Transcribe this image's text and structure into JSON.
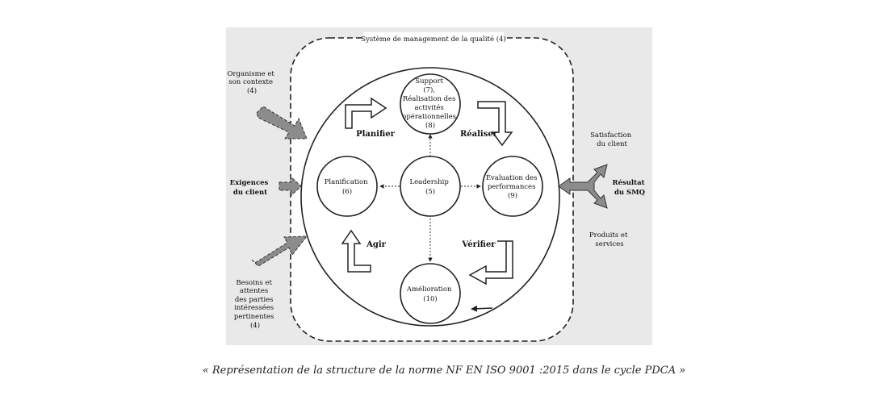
{
  "diagram": {
    "system_label": "Système de management de la qualité (4)",
    "nodes": {
      "support": [
        "Support",
        "(7),",
        "Réalisation des",
        "activités",
        "opérationnelles",
        "(8)"
      ],
      "planification": [
        "Planification",
        "(6)"
      ],
      "leadership": [
        "Leadership",
        "(5)"
      ],
      "evaluation": [
        "Évaluation des",
        "performances",
        "(9)"
      ],
      "amelioration": [
        "Amélioration",
        "(10)"
      ]
    },
    "pdca": {
      "planifier": "Planifier",
      "realiser": "Réaliser",
      "agir": "Agir",
      "verifier": "Vérifier"
    },
    "inputs": {
      "organisme": [
        "Organisme et",
        "son contexte",
        "(4)"
      ],
      "exigences": [
        "Exigences",
        "du client"
      ],
      "besoins": [
        "Besoins et",
        "attentes",
        "des parties",
        "intéressées",
        "pertinentes",
        "(4)"
      ]
    },
    "outputs": {
      "satisfaction": [
        "Satisfaction",
        "du client"
      ],
      "resultat": [
        "Résultat",
        "du SMQ"
      ],
      "produits": [
        "Produits et",
        "services"
      ]
    }
  },
  "caption": "« Représentation de la structure de la norme NF EN ISO 9001 :2015 dans le cycle PDCA »"
}
